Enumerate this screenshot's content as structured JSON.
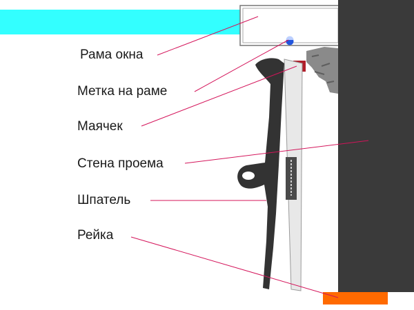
{
  "diagram": {
    "labels": {
      "window_frame": "Рама окна",
      "frame_mark": "Метка на раме",
      "beacon": "Маячек",
      "opening_wall": "Стена проема",
      "spatula": "Шпатель",
      "rail": "Рейка"
    },
    "colors": {
      "glass": "#33ffff",
      "wall": "#3a3a3a",
      "plaster": "#8a8a8a",
      "beacon": "#b01e2a",
      "rail": "#ff6a00",
      "mark": "#2255dd",
      "handle": "#333333",
      "blade": "#e8e8e8",
      "leader": "#d4145a"
    }
  }
}
